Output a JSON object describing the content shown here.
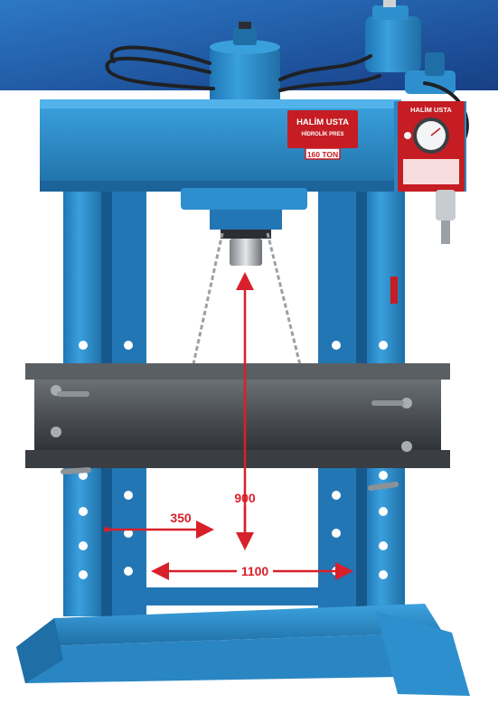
{
  "brand": {
    "name": "HALİM USTA",
    "subtitle": "HİDROLİK PRES"
  },
  "tonnage_label": "160 TON",
  "dimensions": {
    "stroke": "900",
    "throat": "350",
    "width": "1100"
  },
  "colors": {
    "frame_blue": "#2e8fce",
    "frame_blue_dark": "#1f6ea5",
    "banner_blue": "#1d4f9c",
    "bed_gray": "#4b4f53",
    "plate_red": "#c51d23",
    "dimension_red": "#d8202a",
    "chain_gray": "#9aa1a6"
  }
}
